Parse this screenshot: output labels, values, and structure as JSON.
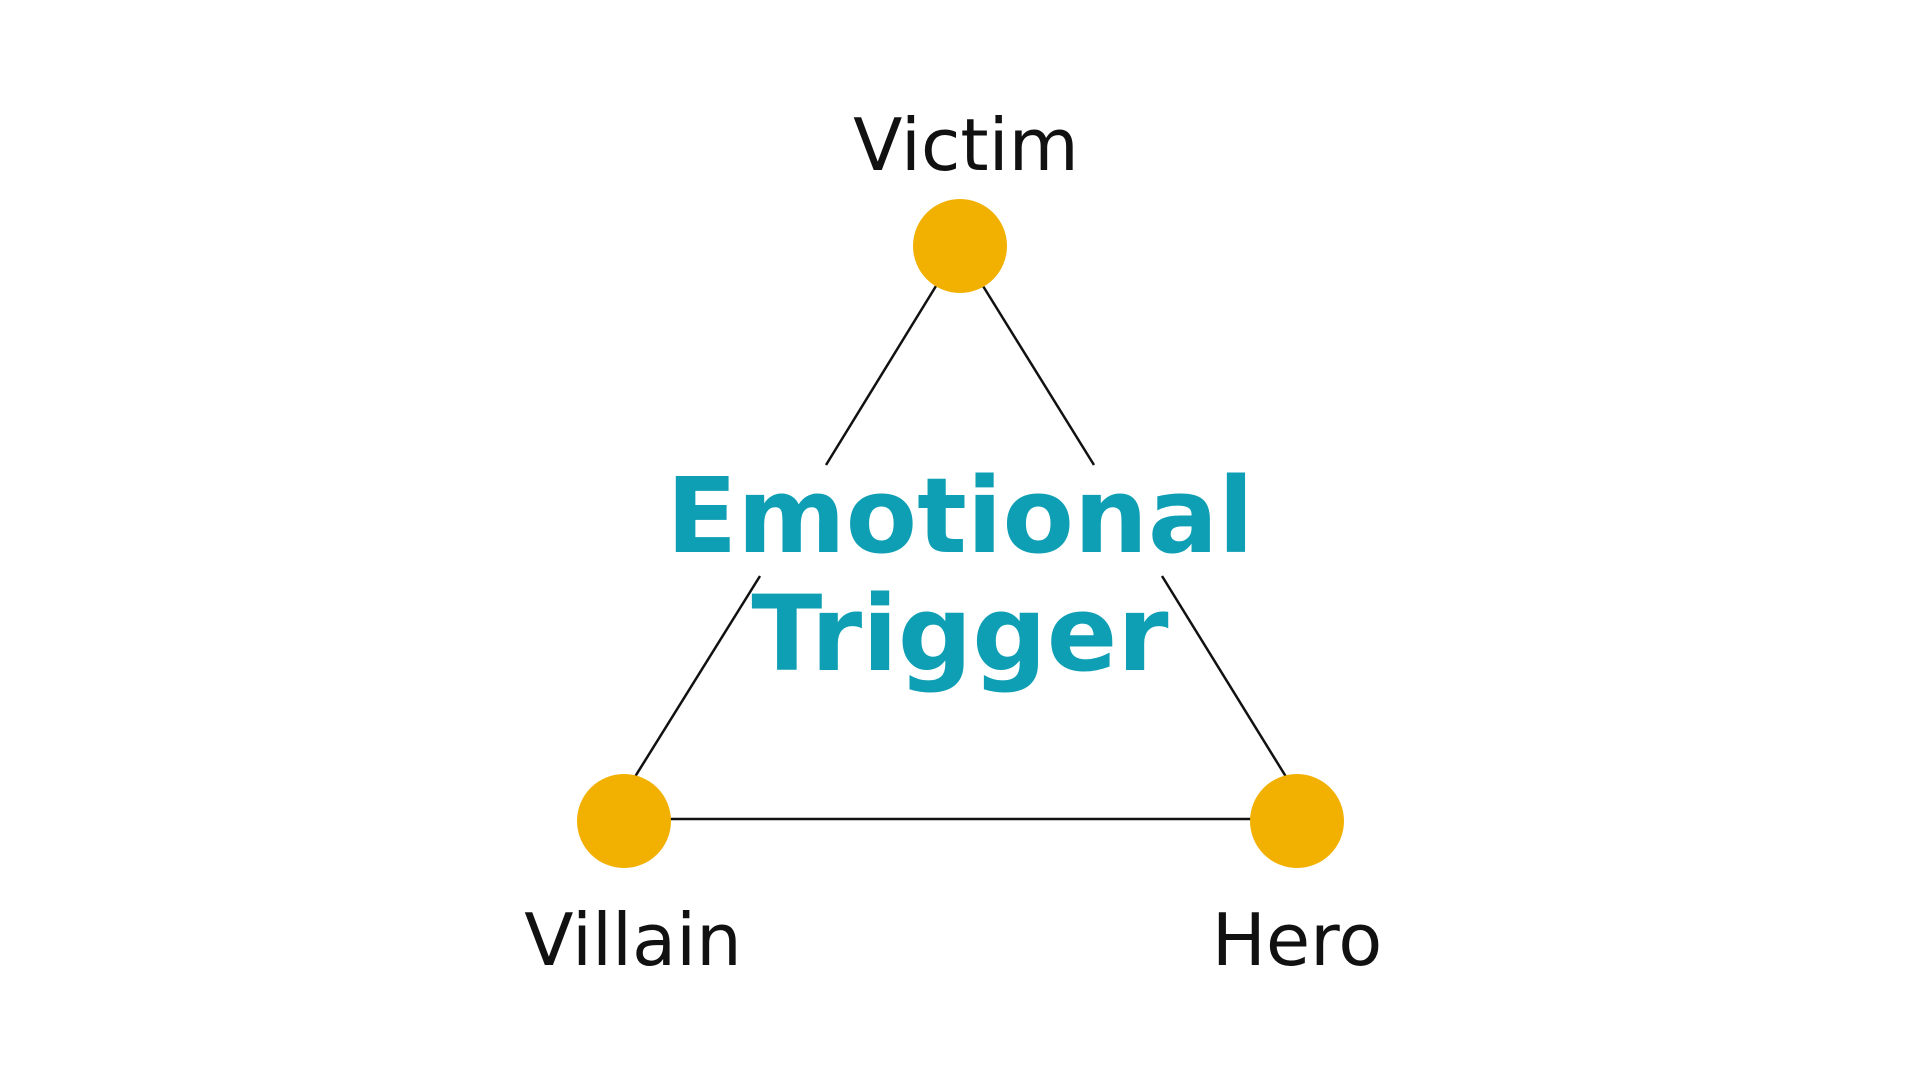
{
  "diagram": {
    "center": {
      "line1": "Emotional",
      "line2": "Trigger"
    },
    "nodes": {
      "top": "Victim",
      "left": "Villain",
      "right": "Hero"
    }
  },
  "colors": {
    "node_fill": "#F2B100",
    "center_text": "#0E9FB4",
    "edge": "#111111",
    "label_text": "#111111"
  }
}
